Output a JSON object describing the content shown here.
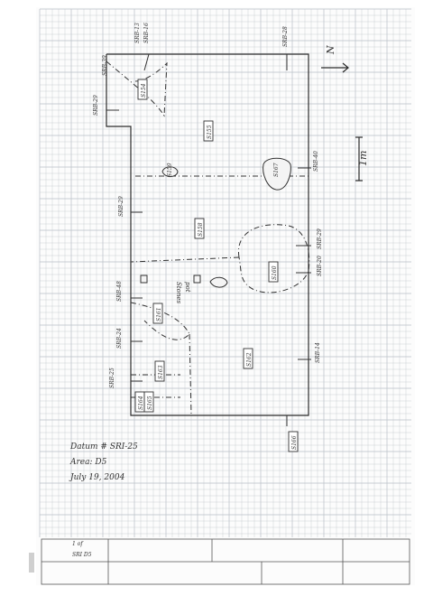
{
  "sheet": {
    "paper_color": "#ffffff",
    "grid_color": "#b9bfc6",
    "ink_color": "#2b2b2b"
  },
  "notes": {
    "datum": "Datum # SRI-25",
    "area": "Area: D5",
    "date": "July 19, 2004"
  },
  "scale": {
    "label": "1m"
  },
  "north": {
    "label": "N"
  },
  "elevations": {
    "top_right": "SRB-28",
    "top_left_a": "SRB-13",
    "top_left_b": "SRB-16",
    "left_box": "SRB-39",
    "left_edge": "SRB-29",
    "right_1": "SRB-40",
    "left_mid": "SRB-29",
    "right_2": "SRB-29",
    "right_3": "SRB-20",
    "left_low": "SRB-48",
    "left_low_2": "SRB-24",
    "left_low_3": "SRB-25",
    "right_4": "SRB-14"
  },
  "features": {
    "f1": "S154",
    "f2": "S155",
    "f3": "S159",
    "f4": "S158",
    "f5": "S160",
    "f6": "S161",
    "f7": "S162",
    "f8": "S163",
    "f9": "S164",
    "f10": "S165",
    "f11": "S166",
    "f12": "S167"
  },
  "labels": {
    "stones": "Stones",
    "pot": "pot"
  },
  "title_block": {
    "sheet_no": "1 of",
    "site": "SRI D5"
  }
}
